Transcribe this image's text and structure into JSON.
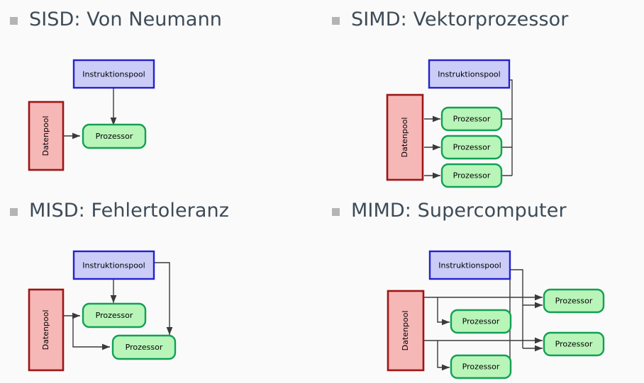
{
  "slide": {
    "background_color": "#fafafa",
    "bullet_color": "#b4b4b4",
    "heading_color": "#3d4b57",
    "colors": {
      "instruction_pool_fill": "#ccccf9",
      "instruction_pool_border": "#2222cc",
      "data_pool_fill": "#f6b7b7",
      "data_pool_border": "#9e1515",
      "processor_fill": "#b9f5b9",
      "processor_border": "#12a055",
      "wire": "#3a3a3a"
    },
    "quadrants": [
      {
        "id": "sisd",
        "heading": "SISD: Von Neumann",
        "instruction_pool_label": "Instruktionspool",
        "data_pool_label": "Datenpool",
        "processor_label": "Prozessor",
        "processor_count": 1
      },
      {
        "id": "simd",
        "heading": "SIMD: Vektorprozessor",
        "instruction_pool_label": "Instruktionspool",
        "data_pool_label": "Datenpool",
        "processor_label": "Prozessor",
        "processor_count": 3
      },
      {
        "id": "misd",
        "heading": "MISD: Fehlertoleranz",
        "instruction_pool_label": "Instruktionspool",
        "data_pool_label": "Datenpool",
        "processor_label": "Prozessor",
        "processor_count": 2
      },
      {
        "id": "mimd",
        "heading": "MIMD: Supercomputer",
        "instruction_pool_label": "Instruktionspool",
        "data_pool_label": "Datenpool",
        "processor_label": "Prozessor",
        "processor_count": 4
      }
    ]
  }
}
